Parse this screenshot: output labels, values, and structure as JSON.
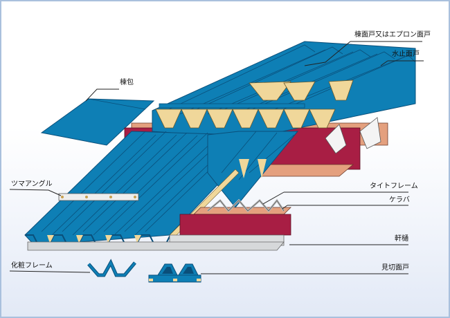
{
  "diagram": {
    "title": "",
    "colors": {
      "panel_blue": "#0e7fb5",
      "panel_dark": "#0a4f7a",
      "insulation_yellow": "#f0d79a",
      "purlin_red": "#a81e44",
      "flange_salmon": "#e4a07e",
      "gutter_gray": "#d6d8da",
      "frame_border": "#a9c0dd"
    },
    "labels": {
      "ridge_closure": "棟面戸又はエプロン面戸",
      "water_stop_closure": "水止面戸",
      "ridge_cover": "棟包",
      "verge_angle": "ツマアングル",
      "tight_frame": "タイトフレーム",
      "verge": "ケラバ",
      "eaves_gutter": "軒樋",
      "decorative_frame": "化粧フレーム",
      "end_closure": "見切面戸"
    }
  }
}
